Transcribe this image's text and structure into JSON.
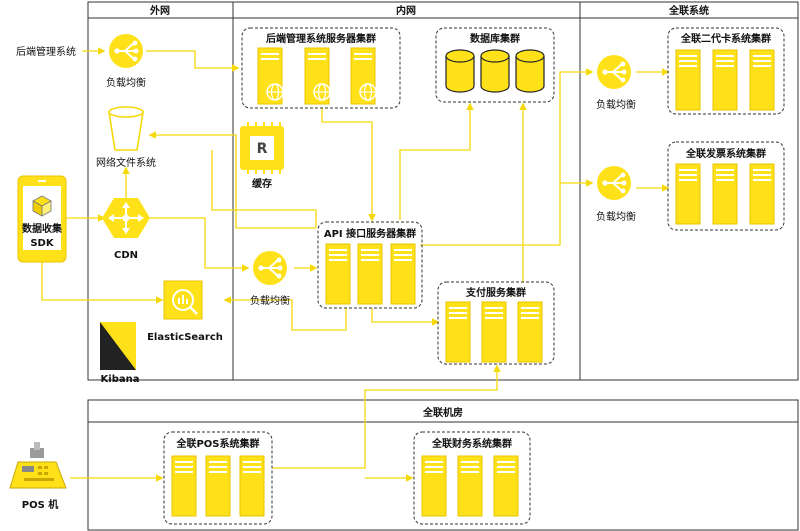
{
  "zones": {
    "outer": "外网",
    "inner": "内网",
    "allinpay": "全联系统",
    "machine_room": "全联机房"
  },
  "external": {
    "admin_system": "后端管理系统",
    "sdk_line1": "数据收集",
    "sdk_line2": "SDK",
    "pos": "POS 机"
  },
  "components": {
    "lb_top": "负载均衡",
    "nfs": "网络文件系统",
    "cdn": "CDN",
    "lb_mid": "负载均衡",
    "elasticsearch": "ElasticSearch",
    "kibana": "Kibana",
    "cache": "缓存",
    "cache_chip": "R",
    "lb_id": "负载均衡",
    "lb_invoice": "负载均衡"
  },
  "clusters": {
    "admin": "后端管理系统服务器集群",
    "db": "数据库集群",
    "api": "API 接口服务器集群",
    "pay": "支付服务集群",
    "idcard": "全联二代卡系统集群",
    "invoice": "全联发票系统集群",
    "pos": "全联POS系统集群",
    "finance": "全联财务系统集群"
  },
  "colors": {
    "accent": "#FFE11A",
    "accent_dark": "#E8C400",
    "line": "#F5D90A",
    "border": "#333333"
  }
}
